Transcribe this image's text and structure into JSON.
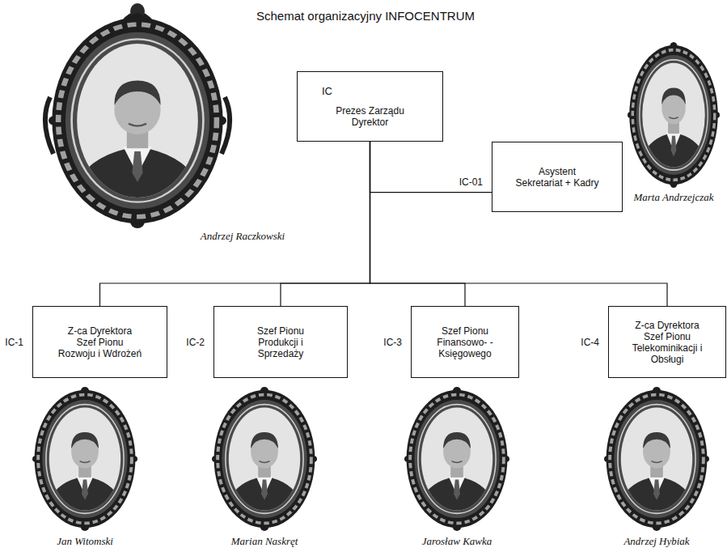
{
  "diagram": {
    "title": "Schemat organizacyjny INFOCENTRUM",
    "nodes": [
      {
        "text": [
          "IC",
          "Prezes Zarządu Dyrektor"
        ]
      },
      {
        "text": [
          "IC-01",
          "Asystent Sekretariat + Kadry"
        ]
      },
      {
        "text": [
          "IC-1",
          "Z-ca Dyrektora Szef Pionu Rozwoju i Wdrożeń"
        ]
      },
      {
        "text": [
          "IC-2",
          "Szef Pionu Produkcji i Sprzedaży"
        ]
      },
      {
        "text": [
          "IC-3",
          "Szef Pionu Finansowo- -Księgowego"
        ]
      },
      {
        "text": [
          "IC-4",
          "Z-ca Dyrektora Szef Pionu Telekominikacji i Obsługi"
        ]
      }
    ],
    "edges": [
      {
        "from": 0,
        "to": 1,
        "arrow": "none"
      },
      {
        "from": 0,
        "to": 2,
        "arrow": "none"
      },
      {
        "from": 0,
        "to": 3,
        "arrow": "none"
      },
      {
        "from": 0,
        "to": 4,
        "arrow": "none"
      },
      {
        "from": 0,
        "to": 5,
        "arrow": "none"
      }
    ],
    "labels": [
      "Andrzej Raczkowski",
      "Marta Andrzejczak",
      "Jan Witomski",
      "Marian Naskręt",
      "Jarosław Kawka",
      "Andrzej Hybiak"
    ]
  }
}
